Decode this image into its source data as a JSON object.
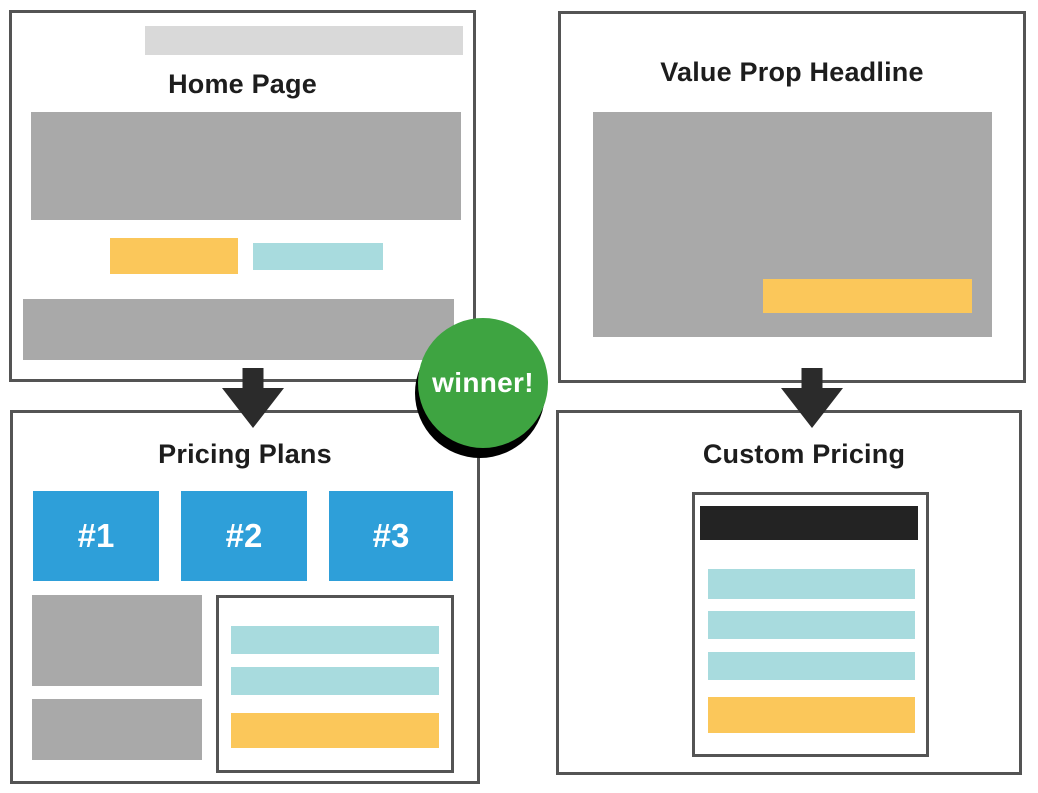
{
  "panels": {
    "home": {
      "title": "Home Page"
    },
    "value_prop": {
      "title": "Value Prop Headline"
    },
    "pricing": {
      "title": "Pricing Plans",
      "plans": [
        "#1",
        "#2",
        "#3"
      ]
    },
    "custom": {
      "title": "Custom Pricing"
    }
  },
  "badge": {
    "label": "winner!"
  },
  "colors": {
    "panel_border": "#545454",
    "placeholder_gray": "#A9A9A9",
    "placeholder_light_gray": "#D9D9D9",
    "accent_orange": "#FBC75A",
    "accent_light_blue": "#A8DBDE",
    "plan_blue": "#2E9FD9",
    "winner_green": "#3EA441",
    "dark_bar": "#232323",
    "arrow": "#2B2B2B",
    "title_text": "#1D1D1D",
    "badge_shadow": "#000000"
  }
}
